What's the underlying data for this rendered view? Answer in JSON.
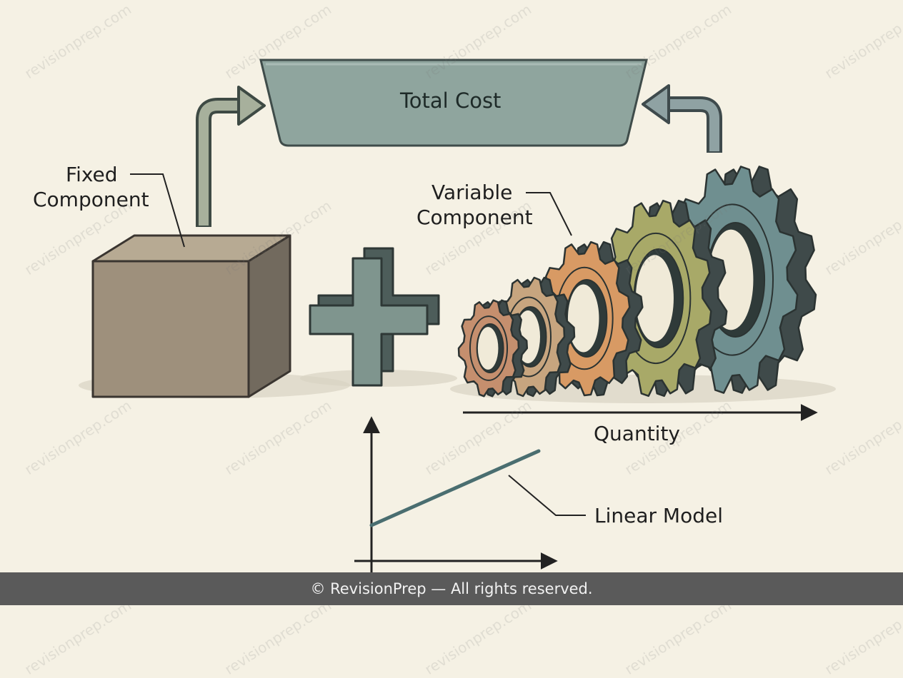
{
  "diagram": {
    "total_cost_label": "Total Cost",
    "fixed_label_line1": "Fixed",
    "fixed_label_line2": "Component",
    "variable_label_line1": "Variable",
    "variable_label_line2": "Component",
    "quantity_label": "Quantity",
    "linear_model_label": "Linear Model"
  },
  "watermark_text": "revisionprep.com",
  "footer": {
    "copyright": "© RevisionPrep — All rights reserved."
  },
  "colors": {
    "background": "#f5f1e4",
    "funnel": "#8fa59e",
    "box_front": "#9e907c",
    "plus": "#7f958e",
    "gear_colors": [
      "#c58f6e",
      "#c7a57f",
      "#d89a64",
      "#a8a968",
      "#6f8f90"
    ],
    "line": "#4a6e70",
    "footer_bg": "#5a5a5a"
  }
}
